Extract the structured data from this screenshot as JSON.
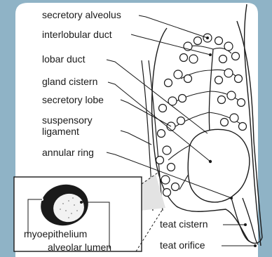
{
  "colors": {
    "frame": "#8fb3c6",
    "paper": "#ffffff",
    "ink": "#1a1a1a",
    "shade": "#e3e3e3"
  },
  "labels": {
    "secretory_alveolus": "secretory alveolus",
    "interlobular_duct": "interlobular duct",
    "lobar_duct": "lobar duct",
    "gland_cistern": "gland cistern",
    "secretory_lobe": "secretory lobe",
    "suspensory_1": "suspensory",
    "suspensory_2": "ligament",
    "annular_ring": "annular ring",
    "myoepithelium": "myoepithelium",
    "alveolar_lumen": "alveolar lumen",
    "teat_cistern": "teat cistern",
    "teat_orifice": "teat orifice"
  }
}
